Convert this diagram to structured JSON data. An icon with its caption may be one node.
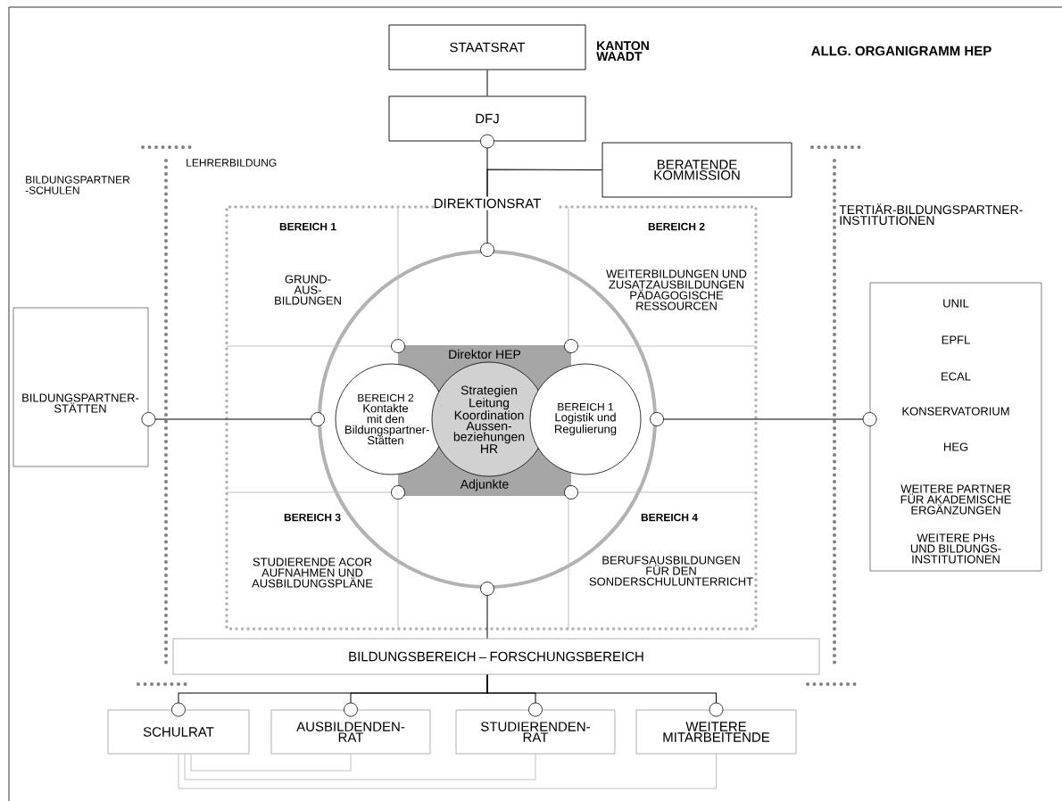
{
  "diagram": {
    "title": "ALLG. ORGANIGRAMM HEP",
    "nodes": [
      {
        "text": [
          "STAATSRAT"
        ]
      },
      {
        "text": [
          "DFJ"
        ]
      },
      {
        "text": [
          "BERATENDE KOMMISSION"
        ]
      },
      {
        "text": [
          "DIREKTIONSRAT"
        ]
      },
      {
        "text": [],
        "shape": "circle"
      },
      {
        "text": [
          "BEREICH 1",
          "GRUND- AUS- BILDUNGEN"
        ]
      },
      {
        "text": [
          "BEREICH 2",
          "WEITERBILDUNGEN UND ZUSATZAUSBILDUNGEN PÄDAGOGISCHE RESSOURCEN"
        ]
      },
      {
        "text": [
          "BEREICH 3",
          "STUDIERENDE ACOR AUFNAHMEN UND AUSBILDUNGSPLÄNE"
        ]
      },
      {
        "text": [
          "BEREICH 4",
          "BERUFSAUSBILDUNGEN FÜR DEN SONDERSCHULUNTERRICHT"
        ]
      },
      {
        "text": [
          "Direktor HEP",
          "Adjunkte"
        ],
        "in": 4
      },
      {
        "text": [
          "BEREICH 2",
          "Kontakte mit den Bildungspartner- Stätten"
        ],
        "in": 4
      },
      {
        "text": [
          "Strategien Leitung Koordination Aussen- beziehungen HR"
        ],
        "in": 9
      },
      {
        "text": [
          "BEREICH 1",
          "Logistik und Regulierung"
        ],
        "in": 4
      },
      {
        "text": [
          "BILDUNGSPARTNER- STÄTTEN"
        ]
      },
      {
        "text": [
          "UNIL",
          "EPFL",
          "ECAL",
          "KONSERVATORIUM",
          "HEG",
          "WEITERE PARTNER FÜR AKADEMISCHE ERGÄNZUNGEN",
          "WEITERE PHs UND BILDUNGS- INSTITUTIONEN"
        ]
      },
      {
        "text": [
          "BILDUNGSBEREICH – FORSCHUNGSBEREICH"
        ]
      },
      {
        "text": [
          "SCHULRAT"
        ]
      },
      {
        "text": [
          "AUSBILDENDEN- RAT"
        ]
      },
      {
        "text": [
          "STUDIERENDEN- RAT"
        ]
      },
      {
        "text": [
          "WEITERE MITARBEITENDE"
        ]
      }
    ],
    "edges": [
      {
        "from": 0,
        "to": 1,
        "arrow": "none"
      },
      {
        "from": 1,
        "to": 3,
        "arrow": "other"
      },
      {
        "from": 2,
        "to": 3,
        "arrow": "none"
      },
      {
        "from": 3,
        "to": 4,
        "arrow": "other"
      },
      {
        "from": 4,
        "to": 13,
        "arrow": "other"
      },
      {
        "from": 4,
        "to": 14,
        "arrow": "other"
      },
      {
        "from": 4,
        "to": 15,
        "arrow": "other"
      },
      {
        "from": 15,
        "to": 16,
        "arrow": "other"
      },
      {
        "from": 15,
        "to": 17,
        "arrow": "other"
      },
      {
        "from": 15,
        "to": 18,
        "arrow": "other"
      },
      {
        "from": 15,
        "to": 19,
        "arrow": "other"
      },
      {
        "from": 16,
        "to": 17,
        "arrow": "none",
        "color": "#c0c0c0"
      },
      {
        "from": 16,
        "to": 18,
        "arrow": "none",
        "color": "#c0c0c0"
      },
      {
        "from": 16,
        "to": 19,
        "arrow": "none",
        "color": "#c0c0c0"
      }
    ],
    "labels": [
      "KANTON WAADT",
      "LEHRERBILDUNG",
      "BILDUNGSPARTNER -SCHULEN",
      "TERTIÄR-BILDUNGSPARTNER- INSTITUTIONEN"
    ]
  }
}
